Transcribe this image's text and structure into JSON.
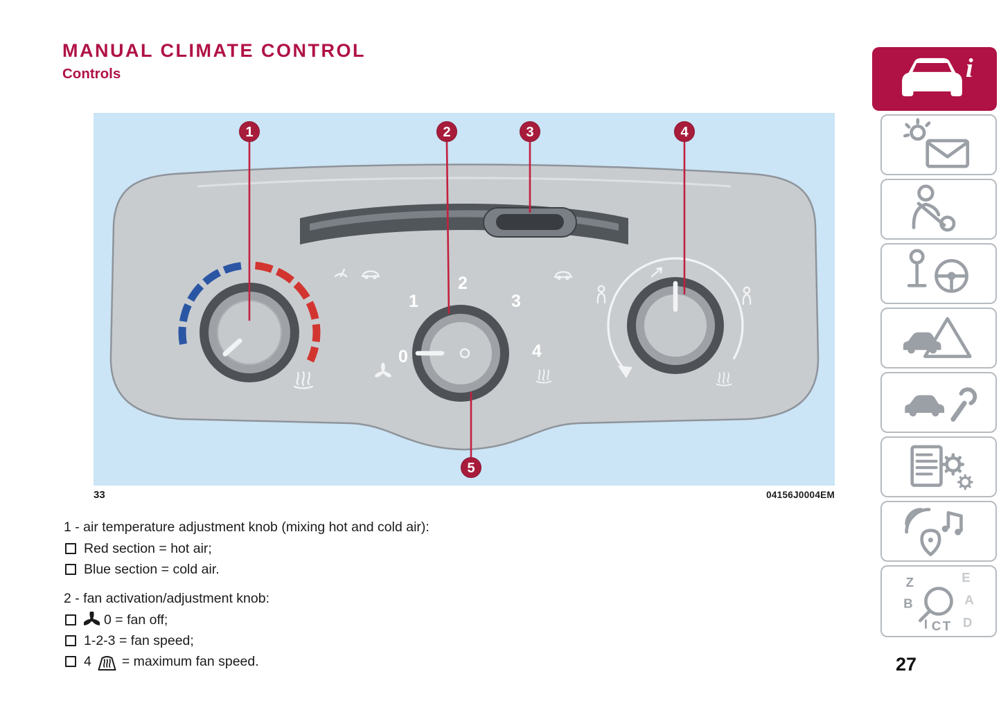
{
  "page": {
    "title": "MANUAL CLIMATE CONTROL",
    "subtitle": "Controls",
    "page_number": "27"
  },
  "figure": {
    "number": "33",
    "code": "04156J0004EM",
    "callouts": [
      "1",
      "2",
      "3",
      "4",
      "5"
    ],
    "fan_scale": [
      "0",
      "1",
      "2",
      "3",
      "4"
    ]
  },
  "body": {
    "item1": {
      "heading": "1 - air temperature adjustment knob (mixing hot and cold air):",
      "bullets": [
        {
          "text": "Red section = hot air;"
        },
        {
          "text": "Blue section = cold air."
        }
      ]
    },
    "item2": {
      "heading": "2 - fan activation/adjustment knob:",
      "bullets": [
        {
          "icon": "fan",
          "text": "0 = fan off;"
        },
        {
          "text": "1-2-3 = fan speed;"
        },
        {
          "pre": "4",
          "icon": "defrost",
          "text": "= maximum fan speed."
        }
      ]
    }
  },
  "sidebar": {
    "info_glyph": "i",
    "index_letters": {
      "z": "Z",
      "e": "E",
      "b": "B",
      "a": "A",
      "i": "I",
      "c": "C",
      "t": "T",
      "d": "D"
    }
  },
  "colors": {
    "accent": "#B01245",
    "figure_background": "#CBE4F6",
    "callout_red": "#A81C3B",
    "temp_cold_blue": "#2B56A4",
    "temp_hot_red": "#D23530",
    "panel_gray": "#C9CCCF",
    "sidebar_icon_gray": "#9BA0A6"
  }
}
